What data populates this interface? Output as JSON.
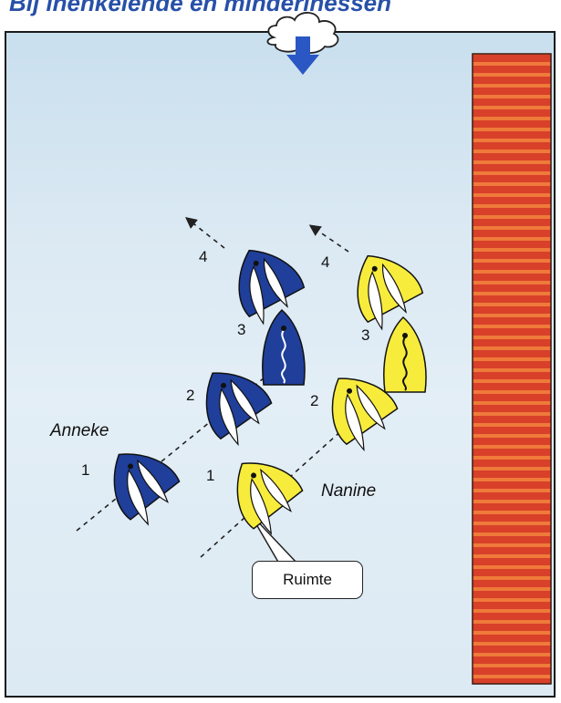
{
  "header": {
    "title": "Bij inenkelende en minderinessen"
  },
  "labels": {
    "blue_boat_name": "Anneke",
    "yellow_boat_name": "Nanine",
    "callout": "Ruimte",
    "positions": [
      "1",
      "2",
      "3",
      "4"
    ]
  },
  "colors": {
    "blue_boat": "#1f3f9a",
    "yellow_boat": "#f7ec3c",
    "obstacle": "#d8402a",
    "water": "#d6e6f1"
  },
  "icons": [
    "cloud-icon",
    "wind-arrow-icon"
  ]
}
